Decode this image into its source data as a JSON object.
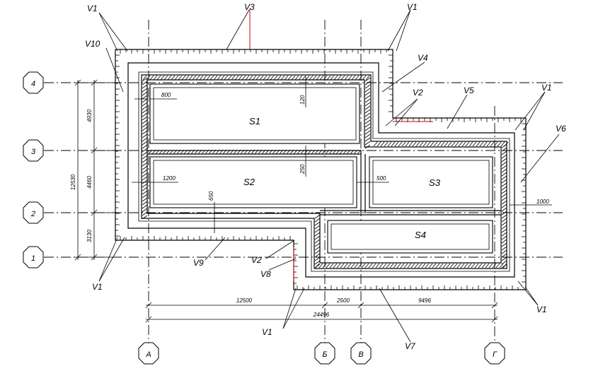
{
  "axes": {
    "horizontal": [
      "4",
      "3",
      "2",
      "1"
    ],
    "vertical": [
      "А",
      "Б",
      "В",
      "Г"
    ]
  },
  "rooms": [
    "S1",
    "S2",
    "S3",
    "S4"
  ],
  "views": {
    "v1": "V1",
    "v2": "V2",
    "v3": "V3",
    "v4": "V4",
    "v5": "V5",
    "v6": "V6",
    "v7": "V7",
    "v8": "V8",
    "v9": "V9",
    "v10": "V10"
  },
  "dimensions": {
    "left_total": "12530",
    "left_segments": [
      "4930",
      "4460",
      "3130"
    ],
    "bottom_segments": [
      "12500",
      "2500",
      "9496"
    ],
    "bottom_total": "24496",
    "offsets": [
      "800",
      "120",
      "1200",
      "250",
      "650",
      "500",
      "1000"
    ]
  },
  "colors": {
    "lines": "#000000",
    "highlight": "#d00000"
  }
}
